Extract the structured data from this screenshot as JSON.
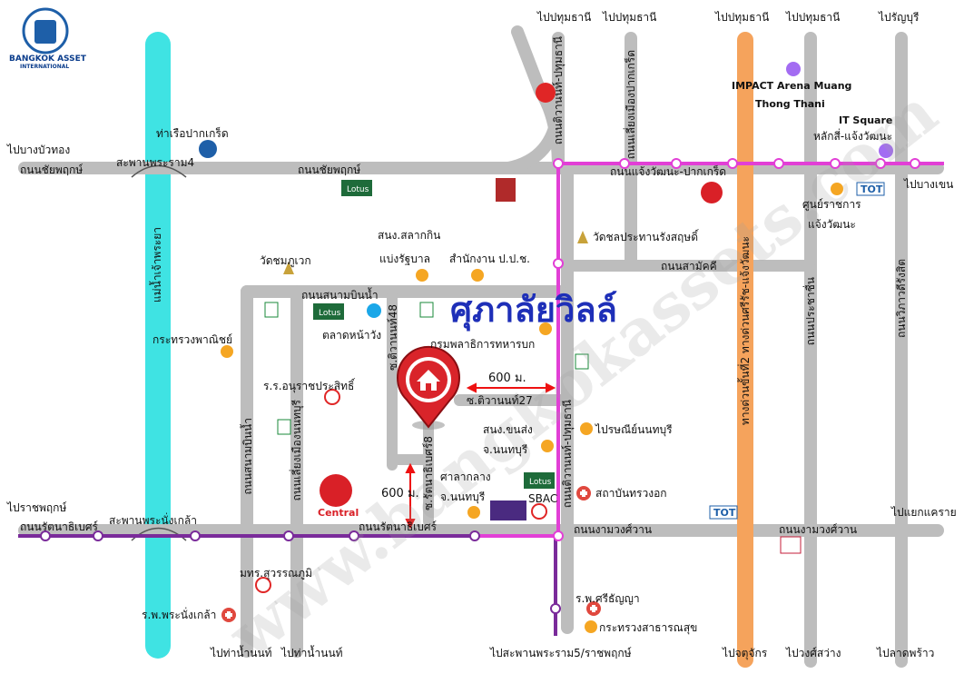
{
  "brand": {
    "name": "BANGKOK ASSET",
    "sub": "INTERNATIONAL"
  },
  "title": "ศุภาลัยวิลล์",
  "watermark": "www.bangkokassets.com",
  "colors": {
    "road": "#bdbdbd",
    "river": "#3fe3e3",
    "pink": "#e23fd6",
    "purple": "#7a2b9a",
    "orange": "#f5a35c",
    "poi": "#f5a623",
    "poi_purple": "#a36cf2"
  },
  "directions": {
    "top1": "ไปปทุมธานี",
    "top2": "ไปปทุมธานี",
    "top3": "ไปปทุมธานี",
    "top4": "ไปปทุมธานี",
    "top5": "ไปรัญบุรี",
    "left1": "ไปบางบัวทอง",
    "left2": "ไปราชพฤกษ์",
    "right1": "ไปบางเขน",
    "right2": "ไปแยกแคราย",
    "bot1": "ไปท่าน้ำนนท์",
    "bot2": "ไปท่าน้ำนนท์",
    "bot3": "ไปสะพานพระราม5/ราชพฤกษ์",
    "bot4": "ไปจตุจักร",
    "bot5": "ไปวงศ์สว่าง",
    "bot6": "ไปลาดพร้าว"
  },
  "roads": {
    "chaiyaphruek1": "ถนนชัยพฤกษ์",
    "chaiyaphruek2": "ถนนชัยพฤกษ์",
    "rama4bridge": "สะพานพระราม4",
    "pinklao": "สะพานพระนั่งเกล้า",
    "rattanathibet1": "ถนนรัตนาธิเบศร์",
    "rattanathibet2": "ถนนรัตนาธิเบศร์",
    "ngamwongwan1": "ถนนงามวงศ์วาน",
    "ngamwongwan2": "ถนนงามวงศ์วาน",
    "sanambinnam": "ถนนสนามบินน้ำ",
    "sanambinnam_v": "ถนนสนามบินน้ำ",
    "changwattana": "ถนนแจ้งวัฒนะ-ปากเกร็ด",
    "samakkhi": "ถนนสามัคคี",
    "tiwanon_v": "ถนนติวานนท์-ปทุมธานี",
    "tiwanon_v2": "ถนนติวานนท์-ปทุมธานี",
    "lieng_pakkret": "ถนนเลี่ยงเมืองปากเกร็ด",
    "lieng_nonthaburi": "ถนนเลี่ยงเมืองนนทบุรี",
    "tiwanon48": "ซ.ติวานนท์48",
    "tiwanon27": "ซ.ติวานนท์27",
    "rattanathibet8": "ซ.รัตนาธิเบศร์8",
    "prachachuen": "ถนนประชาชื่น",
    "vibhavadi": "ถนนวิภาวดีรังสิต",
    "expressway": "ทางด่วนขั้นที่2 ทางด่วนศรีรัช-แจ้งวัฒนะ",
    "river": "แม่น้ำเจ้าพระยา"
  },
  "places": {
    "pier": "ท่าเรือปากเกร็ด",
    "impact1": "IMPACT Arena Muang",
    "impact2": "Thong Thani",
    "itsquare1": "IT Square",
    "itsquare2": "หลักสี่-แจ้งวัฒนะ",
    "govcenter1": "ศูนย์ราชการ",
    "govcenter2": "แจ้งวัฒนะ",
    "watprasan": "วัดชลประทานรังสฤษดิ์",
    "watchom": "วัดชมภูเวก",
    "sangkhom1": "สนง.สลากกิน",
    "sangkhom2": "แบ่งรัฐบาล",
    "ppc": "สำนักงาน ป.ป.ช.",
    "commerce": "กระทรวงพาณิชย์",
    "market": "ตลาดหน้าวัง",
    "welfare": "กรมพลาธิการทหารบก",
    "school": "ร.ร.อนุราชประสิทธิ์",
    "land1": "สนง.ขนส่ง",
    "land2": "จ.นนทบุรี",
    "post": "ไปรษณีย์นนทบุรี",
    "hall1": "ศาลากลาง",
    "hall2": "จ.นนทบุรี",
    "sbac": "SBAC",
    "redcross": "สถาบันทรวงอก",
    "mahawit": "มทร.สุวรรณภูมิ",
    "hospital": "ร.พ.พระนั่งเกล้า",
    "sriyan": "ร.พ.ศรีธัญญา",
    "health": "กระทรวงสาธารณสุข",
    "tot": "TOT",
    "lotus": "Lotus",
    "central": "Central"
  },
  "distances": {
    "h": "600 ม.",
    "v": "600 ม."
  }
}
